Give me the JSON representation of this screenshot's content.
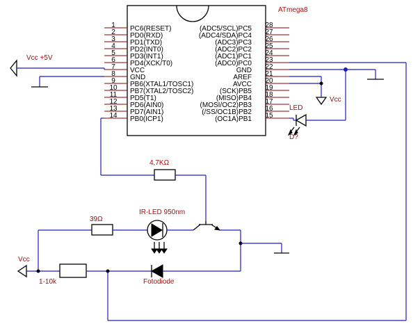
{
  "chip": {
    "name": "ATmega8",
    "left_pins": [
      {
        "num": "1",
        "name": "PC6(RESET)"
      },
      {
        "num": "2",
        "name": "PD0(RXD)"
      },
      {
        "num": "3",
        "name": "PD1(TXD)"
      },
      {
        "num": "4",
        "name": "PD2(INT0)"
      },
      {
        "num": "5",
        "name": "PD3(INT1)"
      },
      {
        "num": "6",
        "name": "PD4(XCK/T0)"
      },
      {
        "num": "7",
        "name": "VCC"
      },
      {
        "num": "8",
        "name": "GND"
      },
      {
        "num": "9",
        "name": "PB6(XTAL1/TOSC1)"
      },
      {
        "num": "10",
        "name": "PB7(XTAL2/TOSC2)"
      },
      {
        "num": "11",
        "name": "PD5(T1)"
      },
      {
        "num": "12",
        "name": "PD6(AIN0)"
      },
      {
        "num": "13",
        "name": "PD7(AIN1)"
      },
      {
        "num": "14",
        "name": "PB0(ICP1)"
      }
    ],
    "right_pins": [
      {
        "num": "28",
        "name": "(ADC5/SCL)PC5"
      },
      {
        "num": "27",
        "name": "(ADC4/SDA)PC4"
      },
      {
        "num": "26",
        "name": "(ADC3)PC3"
      },
      {
        "num": "25",
        "name": "(ADC2)PC2"
      },
      {
        "num": "24",
        "name": "(ADC1)PC1"
      },
      {
        "num": "23",
        "name": "(ADC0)PC0"
      },
      {
        "num": "22",
        "name": "GND"
      },
      {
        "num": "21",
        "name": "AREF"
      },
      {
        "num": "20",
        "name": "AVCC"
      },
      {
        "num": "19",
        "name": "(SCK)PB5"
      },
      {
        "num": "18",
        "name": "(MISO)PB4"
      },
      {
        "num": "17",
        "name": "(MOSI/OC2)PB3"
      },
      {
        "num": "16",
        "name": "(/SS/OC1B)PB2"
      },
      {
        "num": "15",
        "name": "(OC1A)PB1"
      }
    ]
  },
  "labels": {
    "vcc_top": "Vcc +5V",
    "vcc_right": "Vcc",
    "led": "LED",
    "led_ref": "D?",
    "r_base": "4,7KΩ",
    "ir_led": "IR-LED 950nm",
    "r_led": "39Ω",
    "vcc_left": "Vcc",
    "r_pot": "1-10k",
    "photodiode": "Fotodiode"
  }
}
